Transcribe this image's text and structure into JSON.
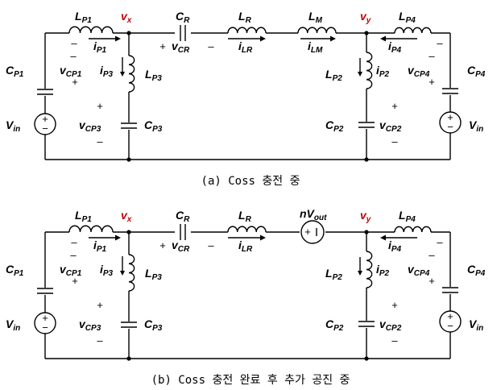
{
  "diagrams": [
    {
      "caption": "(a) Coss 충전 중",
      "labels": {
        "LP1": [
          "L",
          "P1"
        ],
        "iP1": [
          "i",
          "P1"
        ],
        "vx": [
          "v",
          "x"
        ],
        "CR": [
          "C",
          "R"
        ],
        "vCR": [
          "v",
          "CR"
        ],
        "LR": [
          "L",
          "R"
        ],
        "iLR": [
          "i",
          "LR"
        ],
        "mid": [
          "L",
          "M"
        ],
        "midI": [
          "i",
          "LM"
        ],
        "vy": [
          "v",
          "y"
        ],
        "LP4": [
          "L",
          "P4"
        ],
        "iP4": [
          "i",
          "P4"
        ],
        "CP1": [
          "C",
          "P1"
        ],
        "vCP1": [
          "v",
          "CP1"
        ],
        "iP3": [
          "i",
          "P3"
        ],
        "LP3": [
          "L",
          "P3"
        ],
        "LP2": [
          "L",
          "P2"
        ],
        "iP2": [
          "i",
          "P2"
        ],
        "vCP4": [
          "v",
          "CP4"
        ],
        "CP4": [
          "C",
          "P4"
        ],
        "vinL": [
          "V",
          "in"
        ],
        "vCP3": [
          "v",
          "CP3"
        ],
        "CP3": [
          "C",
          "P3"
        ],
        "CP2": [
          "C",
          "P2"
        ],
        "vCP2": [
          "v",
          "CP2"
        ],
        "vinR": [
          "V",
          "in"
        ]
      }
    },
    {
      "caption": "(b) Coss 충전 완료 후 추가 공진 중",
      "labels": {
        "LP1": [
          "L",
          "P1"
        ],
        "iP1": [
          "i",
          "P1"
        ],
        "vx": [
          "v",
          "x"
        ],
        "CR": [
          "C",
          "R"
        ],
        "vCR": [
          "v",
          "CR"
        ],
        "LR": [
          "L",
          "R"
        ],
        "iLR": [
          "i",
          "LR"
        ],
        "mid": [
          "nV",
          "out"
        ],
        "vy": [
          "v",
          "y"
        ],
        "LP4": [
          "L",
          "P4"
        ],
        "iP4": [
          "i",
          "P4"
        ],
        "CP1": [
          "C",
          "P1"
        ],
        "vCP1": [
          "v",
          "CP1"
        ],
        "iP3": [
          "i",
          "P3"
        ],
        "LP3": [
          "L",
          "P3"
        ],
        "LP2": [
          "L",
          "P2"
        ],
        "iP2": [
          "i",
          "P2"
        ],
        "vCP4": [
          "v",
          "CP4"
        ],
        "CP4": [
          "C",
          "P4"
        ],
        "vinL": [
          "V",
          "in"
        ],
        "vCP3": [
          "v",
          "CP3"
        ],
        "CP3": [
          "C",
          "P3"
        ],
        "CP2": [
          "C",
          "P2"
        ],
        "vCP2": [
          "v",
          "CP2"
        ],
        "vinR": [
          "V",
          "in"
        ]
      }
    }
  ],
  "signs": {
    "plus": "+",
    "minus": "−",
    "minus_dash": "–"
  }
}
